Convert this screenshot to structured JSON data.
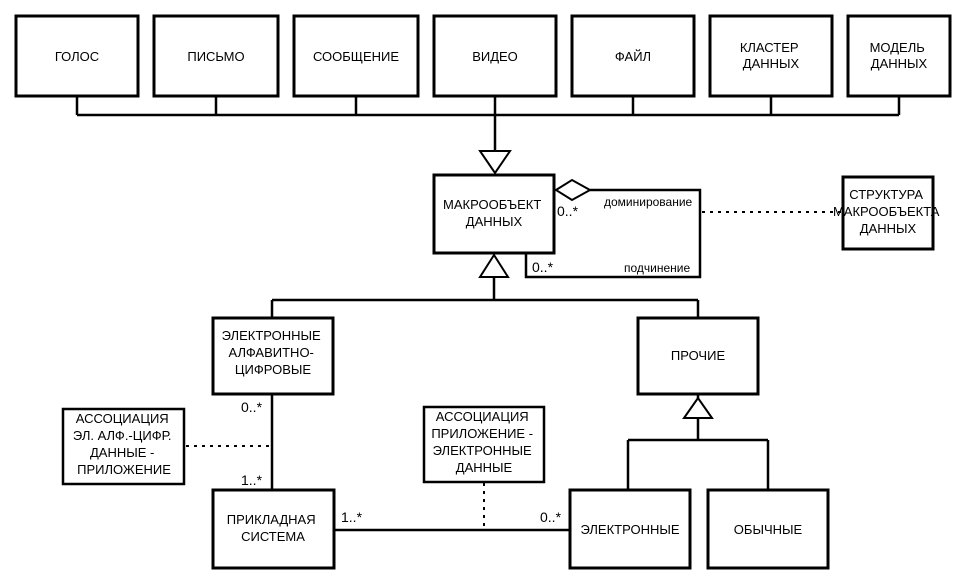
{
  "nodes": {
    "voice": [
      "ГОЛОС"
    ],
    "letter": [
      "ПИСЬМО"
    ],
    "message": [
      "СООБЩЕНИЕ"
    ],
    "video": [
      "ВИДЕО"
    ],
    "file": [
      "ФАЙЛ"
    ],
    "data_cluster": [
      "КЛАСТЕР",
      "ДАННЫХ"
    ],
    "data_model": [
      "МОДЕЛЬ",
      "ДАННЫХ"
    ],
    "macro_object": [
      "МАКРООБЪЕКТ",
      "ДАННЫХ"
    ],
    "macro_structure": [
      "СТРУКТУРА",
      "МАКРООБЪЕКТА",
      "ДАННЫХ"
    ],
    "electronic_alnum": [
      "ЭЛЕКТРОННЫЕ",
      "АЛФАВИТНО-",
      "ЦИФРОВЫЕ"
    ],
    "other": [
      "ПРОЧИЕ"
    ],
    "assoc_alnum_app": [
      "АССОЦИАЦИЯ",
      "ЭЛ. АЛФ.-ЦИФР.",
      "ДАННЫЕ -",
      "ПРИЛОЖЕНИЕ"
    ],
    "assoc_app_electronic": [
      "АССОЦИАЦИЯ",
      "ПРИЛОЖЕНИЕ -",
      "ЭЛЕКТРОННЫЕ",
      "ДАННЫЕ"
    ],
    "application_system": [
      "ПРИКЛАДНАЯ",
      "СИСТЕМА"
    ],
    "electronic": [
      "ЭЛЕКТРОННЫЕ"
    ],
    "ordinary": [
      "ОБЫЧНЫЕ"
    ]
  },
  "edges": {
    "domination_label": "доминирование",
    "subordination_label": "подчинение",
    "mult_domination": "0..*",
    "mult_subordination": "0..*",
    "mult_alnum_top": "0..*",
    "mult_alnum_bottom": "1..*",
    "mult_app_right": "1..*",
    "mult_electronic_left": "0..*"
  }
}
